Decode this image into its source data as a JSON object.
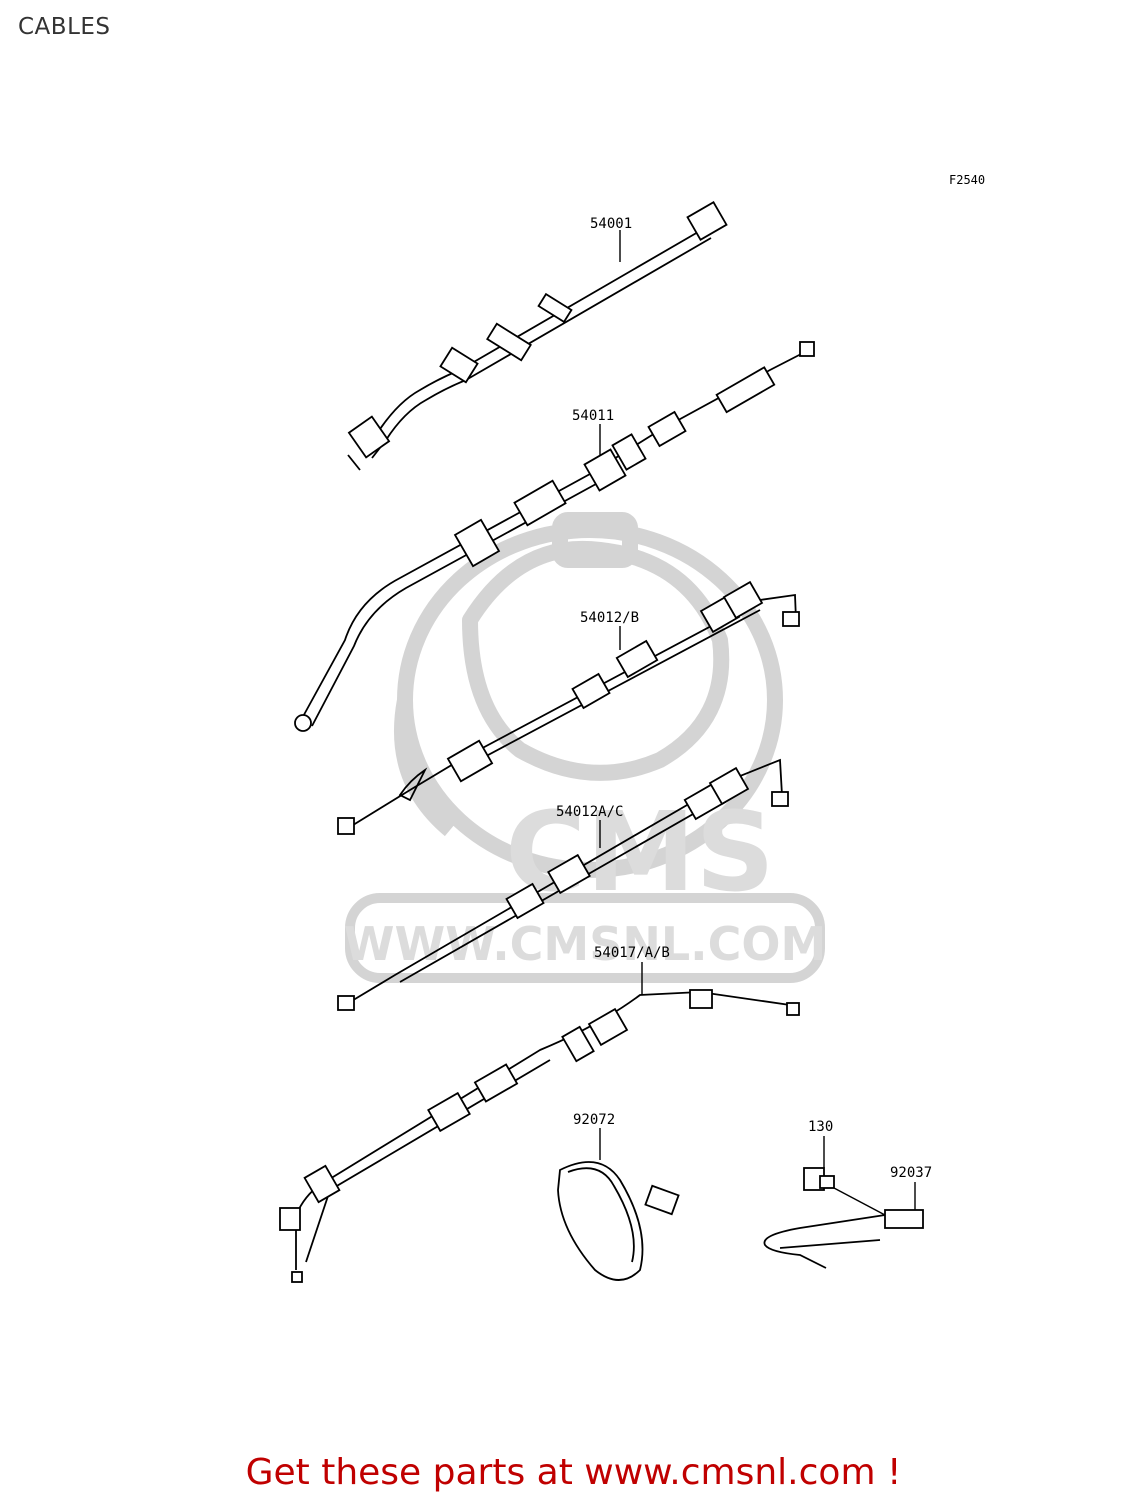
{
  "header": {
    "title": "CABLES"
  },
  "figure": {
    "code": "F2540"
  },
  "parts": [
    {
      "number": "54001"
    },
    {
      "number": "54011"
    },
    {
      "number": "54012/B"
    },
    {
      "number": "54012A/C"
    },
    {
      "number": "54017/A/B"
    },
    {
      "number": "92072"
    },
    {
      "number": "130"
    },
    {
      "number": "92037"
    }
  ],
  "watermark": {
    "brand": "CMS",
    "url": "WWW.CMSNL.COM"
  },
  "footer": {
    "link_text": "Get these parts at www.cmsnl.com !",
    "color": "#c00000"
  }
}
